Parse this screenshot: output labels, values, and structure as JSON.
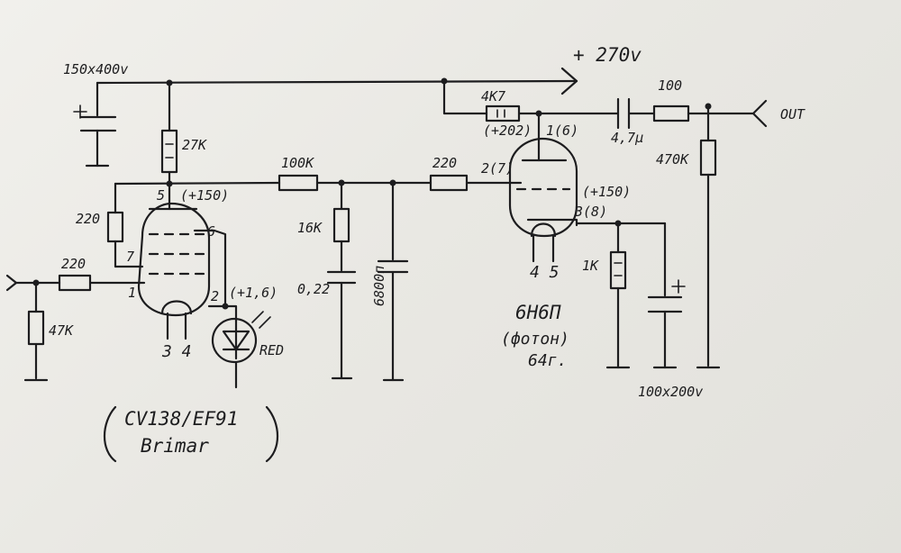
{
  "schematic": {
    "labels": {
      "supply_voltage": "+ 270v",
      "main_cap": "150x400v",
      "cathode_cap": "100x200v",
      "output": "OUT",
      "r_plate1": "27K",
      "r_inter": "100K",
      "r_grid2": "220",
      "r_plate2": "4K7",
      "r_out": "100",
      "c_out": "4,7µ",
      "r_load": "470K",
      "r_g2": "220",
      "r_in": "220",
      "r_grid_leak": "47K",
      "r_16k": "16K",
      "c_022": "0,22",
      "c_6800": "6800п",
      "r_cathode2": "1K",
      "v_anode1": "(+150)",
      "v_cathode1": "(+1,6)",
      "v_anode2": "(+202)",
      "v_cathode2": "(+150)",
      "pin_5": "5",
      "pin_6": "6",
      "pin_7": "7",
      "pin_1": "1",
      "pin_2": "2",
      "pins_34": "3 4",
      "pin2_anode": "1(6)",
      "pin2_grid": "2(7)",
      "pin2_cathode": "3(8)",
      "pins_45": "4 5",
      "led": "RED",
      "tube1_line1": "CV138/EF91",
      "tube1_line2": "Brimar",
      "tube2_line1": "6Н6П",
      "tube2_line2": "(фотон)",
      "tube2_line3": "64г."
    }
  }
}
